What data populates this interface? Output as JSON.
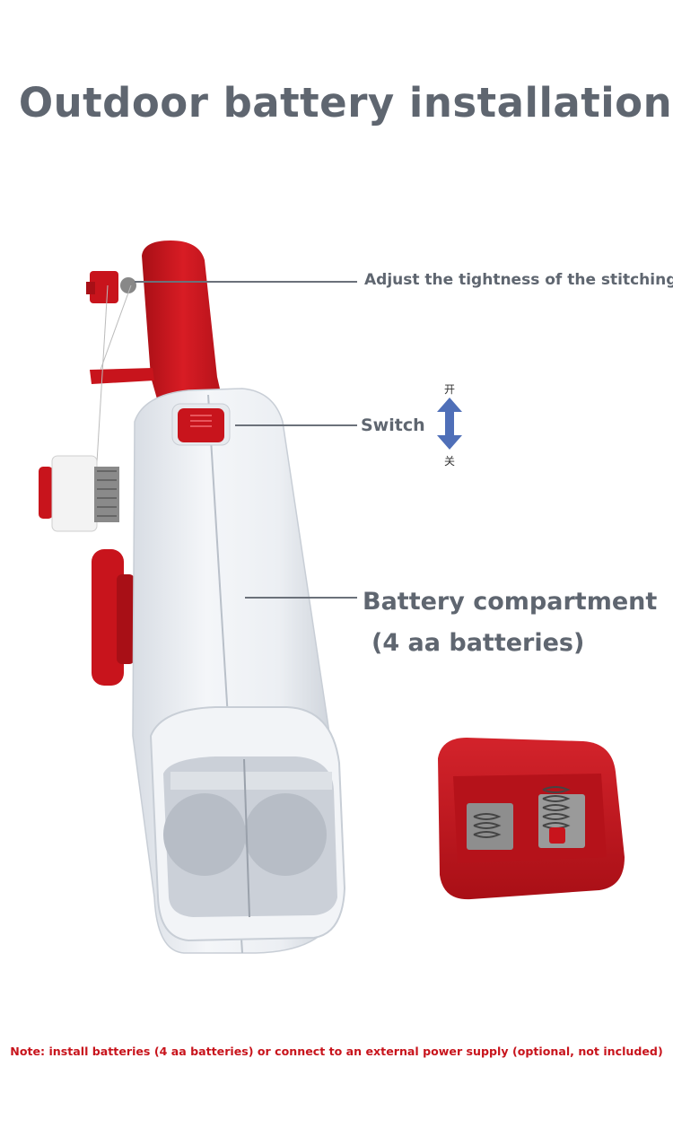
{
  "title": "Outdoor battery installation",
  "callouts": {
    "tension": "Adjust the tightness of the stitching",
    "switch": "Switch",
    "switch_on": "开",
    "switch_off": "关",
    "battery": "Battery compartment",
    "battery_sub": "(4 aa batteries)"
  },
  "note": "Note: install batteries (4 aa batteries) or connect to an external power supply (optional, not included)",
  "colors": {
    "product_red": "#c8141c",
    "product_white": "#eef1f5",
    "text_gray": "#5f6670",
    "arrow_blue": "#4f6fb8"
  }
}
